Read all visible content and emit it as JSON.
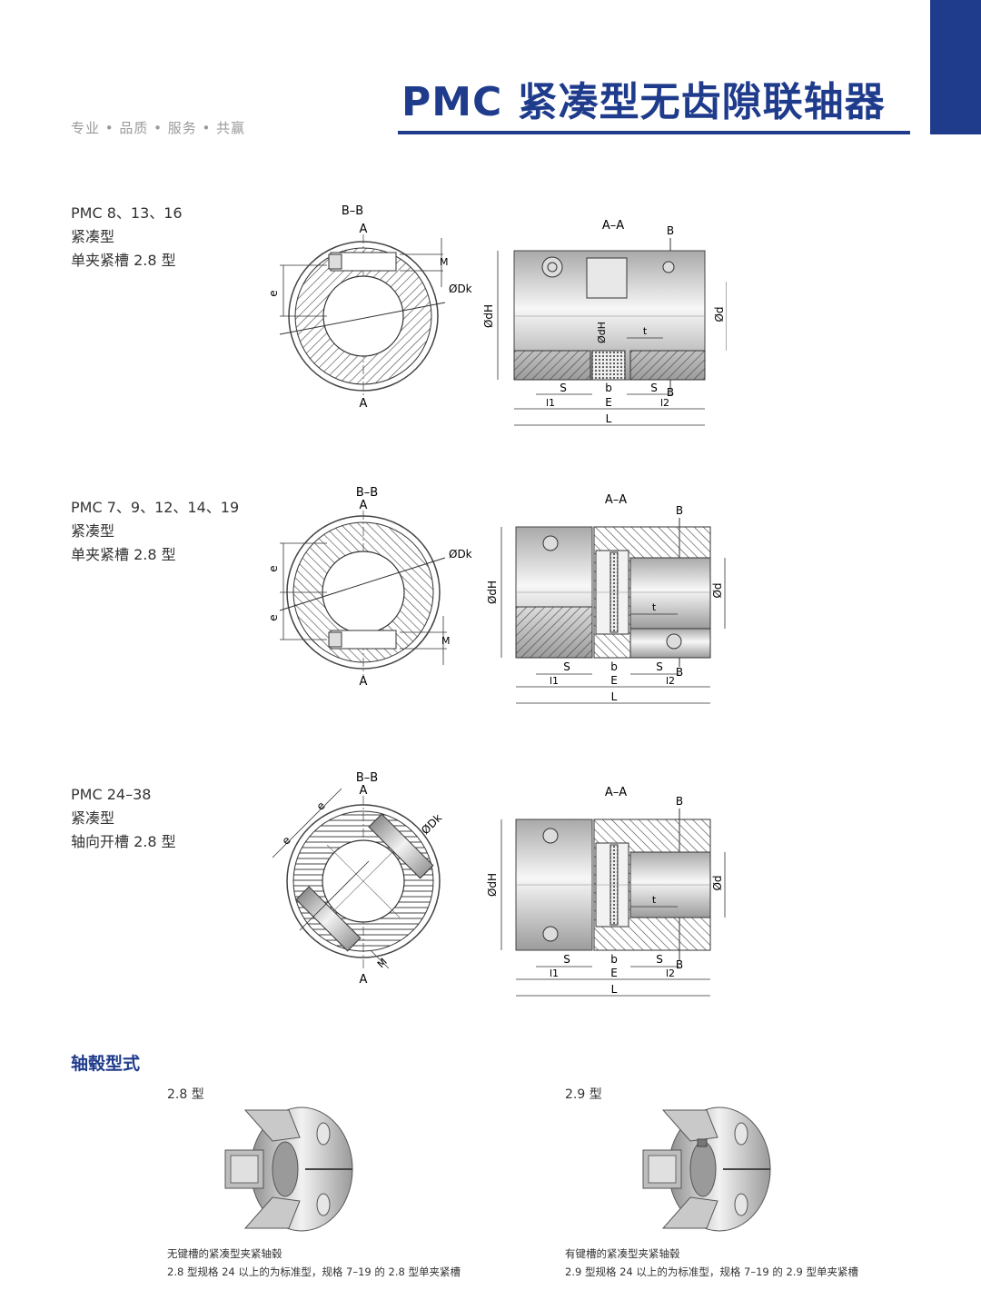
{
  "header": {
    "title": "PMC 紧凑型无齿隙联轴器",
    "slogan": "专业 • 品质 • 服务 • 共赢"
  },
  "sections": [
    {
      "model": "PMC 8、13、16",
      "style": "紧凑型",
      "clamp": "单夹紧槽 2.8 型"
    },
    {
      "model": "PMC 7、9、12、14、19",
      "style": "紧凑型",
      "clamp": "单夹紧槽 2.8 型"
    },
    {
      "model": "PMC 24–38",
      "style": "紧凑型",
      "clamp": "轴向开槽 2.8 型"
    }
  ],
  "labels": {
    "bb": "B–B",
    "aa": "A–A",
    "a": "A",
    "b": "B",
    "dk": "ØDk",
    "dh": "ØdH",
    "d": "Ød",
    "e": "e",
    "m": "M",
    "t": "t",
    "s": "S",
    "bsmall": "b",
    "l1": "l1",
    "el": "E",
    "l2": "l2",
    "l": "L"
  },
  "hub": {
    "heading": "轴毂型式",
    "types": [
      {
        "name": "2.8 型",
        "caption1": "无键槽的紧凑型夹紧轴毂",
        "caption2": "2.8 型规格 24 以上的为标准型，规格 7–19 的 2.8 型单夹紧槽"
      },
      {
        "name": "2.9 型",
        "caption1": "有键槽的紧凑型夹紧轴毂",
        "caption2": "2.9 型规格 24 以上的为标准型，规格 7–19 的 2.9 型单夹紧槽"
      }
    ]
  },
  "colors": {
    "brand": "#1f3b8c"
  }
}
